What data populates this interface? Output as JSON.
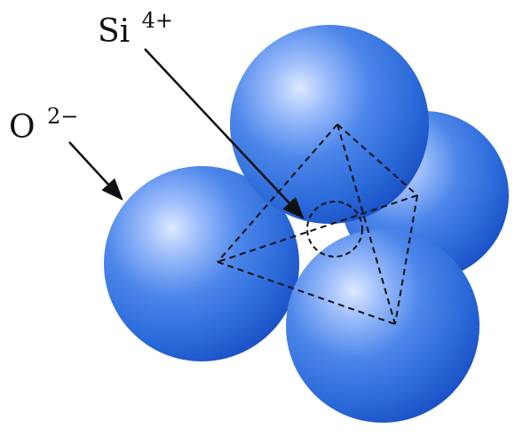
{
  "labels": {
    "oxygen": {
      "base": "O",
      "superscript": "2−"
    },
    "silicon": {
      "base": "Si",
      "superscript": "4+"
    }
  },
  "colors": {
    "sphere_fill": "#2A69D8",
    "sphere_highlight": "#BFD6FF",
    "sphere_shadow": "#0F3FB2",
    "line": "#111111",
    "background": "#FFFFFF"
  }
}
